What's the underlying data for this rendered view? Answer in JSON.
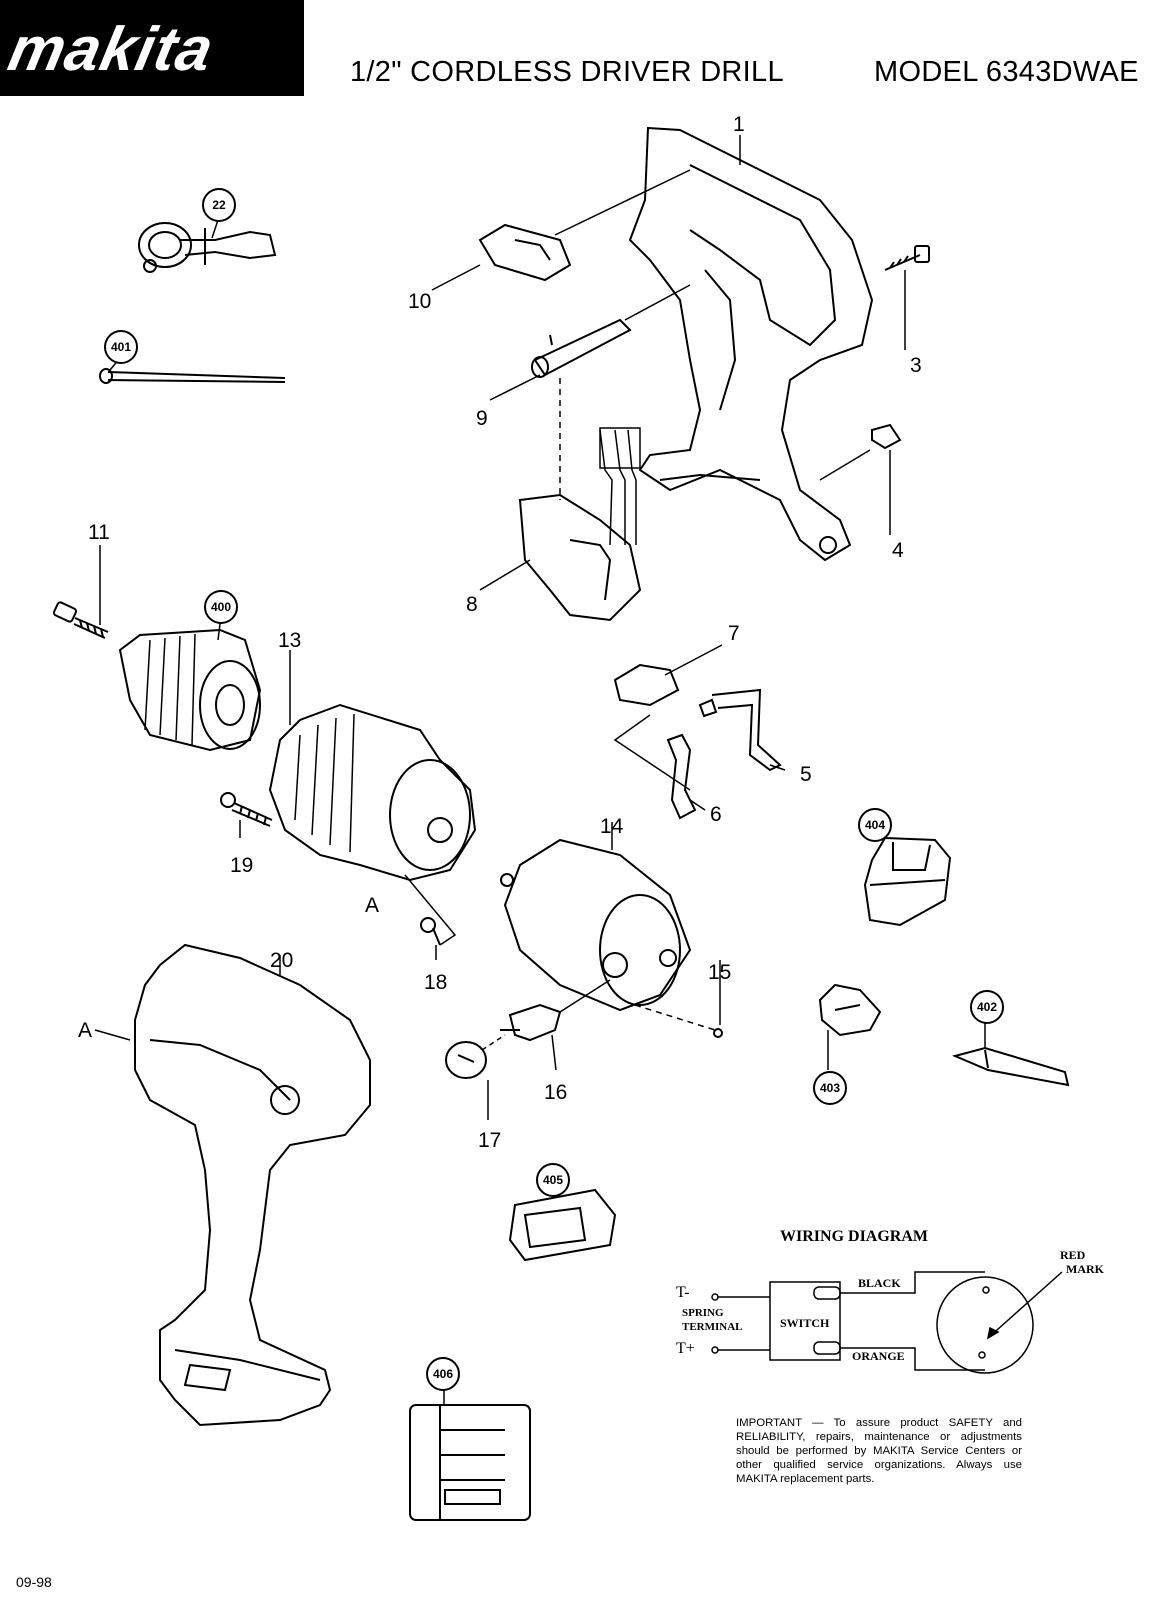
{
  "header": {
    "brand": "makita",
    "title": "1/2\" CORDLESS DRIVER DRILL",
    "model": "MODEL  6343DWAE"
  },
  "parts": {
    "p1": "1",
    "p3": "3",
    "p4": "4",
    "p5": "5",
    "p6": "6",
    "p7": "7",
    "p8": "8",
    "p9": "9",
    "p10": "10",
    "p11": "11",
    "p13": "13",
    "p14": "14",
    "p15": "15",
    "p16": "16",
    "p17": "17",
    "p18": "18",
    "p19": "19",
    "p20": "20",
    "p22": "22",
    "p400": "400",
    "p401": "401",
    "p402": "402",
    "p403": "403",
    "p404": "404",
    "p405": "405",
    "p406": "406",
    "markA1": "A",
    "markA2": "A"
  },
  "wiring": {
    "title": "WIRING DIAGRAM",
    "t_minus": "T-",
    "t_plus": "T+",
    "spring": "SPRING",
    "terminal": "TERMINAL",
    "switch": "SWITCH",
    "black": "BLACK",
    "orange": "ORANGE",
    "red": "RED",
    "mark": "MARK"
  },
  "note": "IMPORTANT — To assure product SAFETY and RELIABILITY, repairs, maintenance or adjustments should be performed by MAKITA Service Centers or other qualified service organizations. Always use MAKITA replacement parts.",
  "footer": {
    "date": "09-98"
  }
}
